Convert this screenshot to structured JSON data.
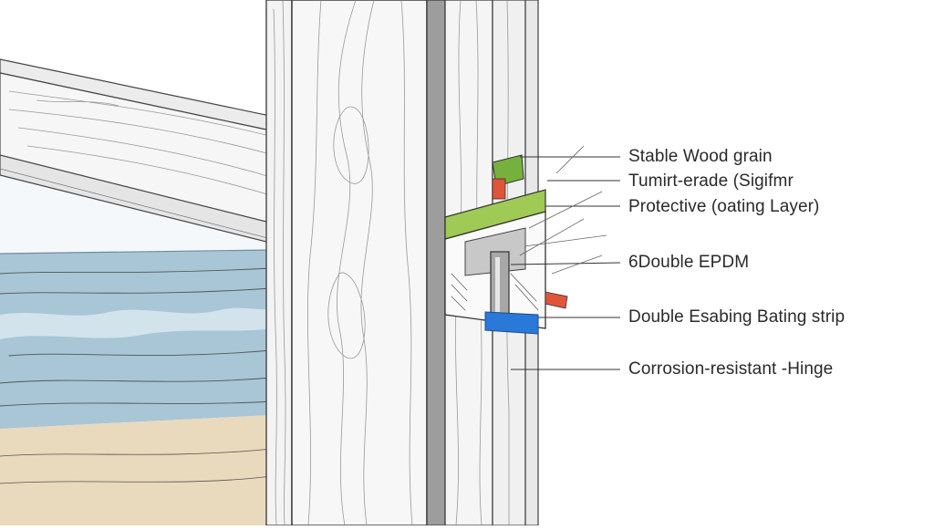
{
  "labels": [
    {
      "id": "wood-grain",
      "text": "Stable Wood grain"
    },
    {
      "id": "grade",
      "text": "Tumirt-erade (Sigifmr"
    },
    {
      "id": "coating",
      "text": "Protective (oating Layer)"
    },
    {
      "id": "epdm-glyph",
      "text": "6"
    },
    {
      "id": "epdm",
      "text": "Double EPDM"
    },
    {
      "id": "strip",
      "text": "Double Esabing Bating strip"
    },
    {
      "id": "hinge",
      "text": "Corrosion-resistant -Hinge"
    }
  ],
  "colors": {
    "sea": "#a9c6d6",
    "sea_light": "#d6e6ee",
    "sand": "#e9d9bd",
    "green_layer": "#9fca55",
    "blue_strip": "#2a78d8",
    "red_seal": "#e0543a",
    "ink": "#2a2a2a",
    "gray_fill": "#c8c8c8"
  }
}
